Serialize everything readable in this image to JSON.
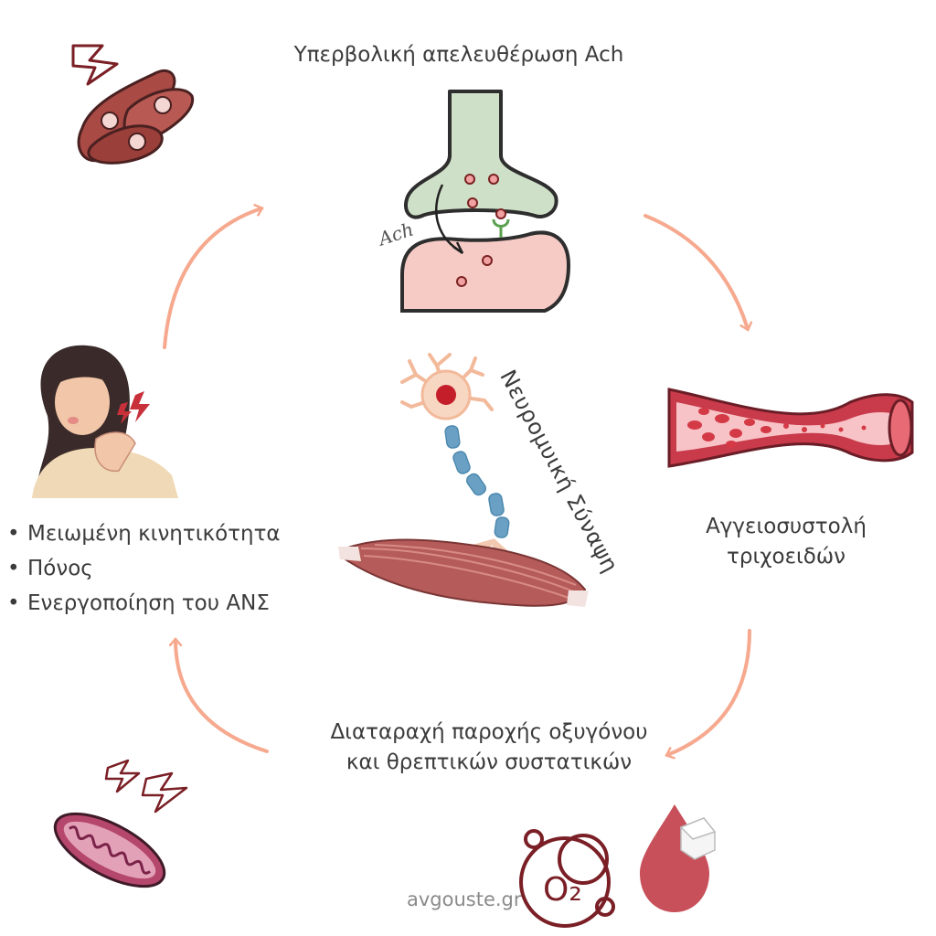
{
  "labels": {
    "top": "Υπερβολική απελευθέρωση Ach",
    "right": [
      "Αγγειοσυστολή",
      "τριχοειδών"
    ],
    "bottom": [
      "Διαταραχή παροχής οξυγόνου",
      "και θρεπτικών συστατικών"
    ],
    "center": "Νευρομυική Σύναψη",
    "ach": "Ach",
    "o2": "O₂",
    "site": "avgouste.gr"
  },
  "symptoms": [
    "Μειωμένη κινητικότητα",
    "Πόνος",
    "Ενεργοποίηση του ΑΝΣ"
  ],
  "icons": [
    "lightning-icon",
    "muscle-cells-icon",
    "synapse-icon",
    "blood-vessel-icon",
    "oxygen-icon",
    "blood-drop-glucose-icon",
    "mitochondria-icon",
    "woman-neck-pain-icon",
    "neuron-icon",
    "muscle-fiber-icon"
  ],
  "colors": {
    "arrow": "#f6a98e",
    "muscle": "#b55c5a",
    "vessel": "#c93a4a",
    "neuron_axon": "#6aa0c3",
    "synapse_top": "#cfe0c8",
    "synapse_bottom": "#f7c9c3",
    "drop": "#c8505a",
    "mito": "#b5466c"
  }
}
